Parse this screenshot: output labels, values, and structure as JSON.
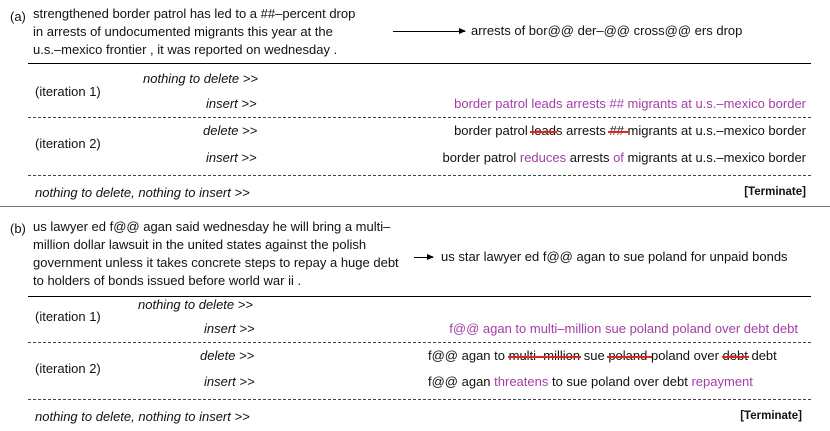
{
  "a": {
    "tag": "(a)",
    "source": "strengthened border patrol has led to a ##–percent drop in arrests of undocumented migrants this year at the u.s.–mexico frontier , it was reported on wednesday .",
    "target": "arrests of bor@@ der–@@ cross@@ ers drop",
    "iter1_label": "(iteration 1)",
    "iter2_label": "(iteration 2)",
    "nothing_to_delete": "nothing to delete >>",
    "insert": "insert >>",
    "delete": "delete >>",
    "iter1_insert": "border patrol leads arrests ## migrants at u.s.–mexico border",
    "iter2_delete": {
      "w1": "border patrol ",
      "d1": "lead",
      "w2": "s arrests ",
      "d2": "## ",
      "w3": "migrants at u.s.–mexico border"
    },
    "iter2_insert": {
      "w1": "border patrol ",
      "p1": "reduces",
      "w2": " arrests ",
      "p2": "of",
      "w3": " migrants at u.s.–mexico border"
    },
    "final": "nothing to delete, nothing to insert >>",
    "terminate": "[Terminate]"
  },
  "b": {
    "tag": "(b)",
    "source": "us lawyer ed f@@ agan said wednesday he will bring a multi–million dollar lawsuit in the united states against the polish government unless it takes concrete steps to repay a huge debt to holders of bonds issued before world war ii .",
    "target": "us star lawyer ed f@@ agan to sue poland for unpaid bonds",
    "iter1_label": "(iteration 1)",
    "iter2_label": "(iteration 2)",
    "nothing_to_delete": "nothing to delete >>",
    "insert": "insert >>",
    "delete": "delete >>",
    "iter1_insert": "f@@ agan to multi–million sue poland poland over debt debt",
    "iter2_delete": {
      "w1": "f@@ agan to ",
      "d1": "multi–million",
      "w2": " sue ",
      "d2": "poland ",
      "w3": "poland over ",
      "d3": "debt",
      "w4": " debt"
    },
    "iter2_insert": {
      "w1": "f@@ agan ",
      "p1": "threatens",
      "w2": " to sue poland over debt ",
      "p2": "repayment"
    },
    "final": "nothing to delete, nothing to insert >>",
    "terminate": "[Terminate]"
  }
}
